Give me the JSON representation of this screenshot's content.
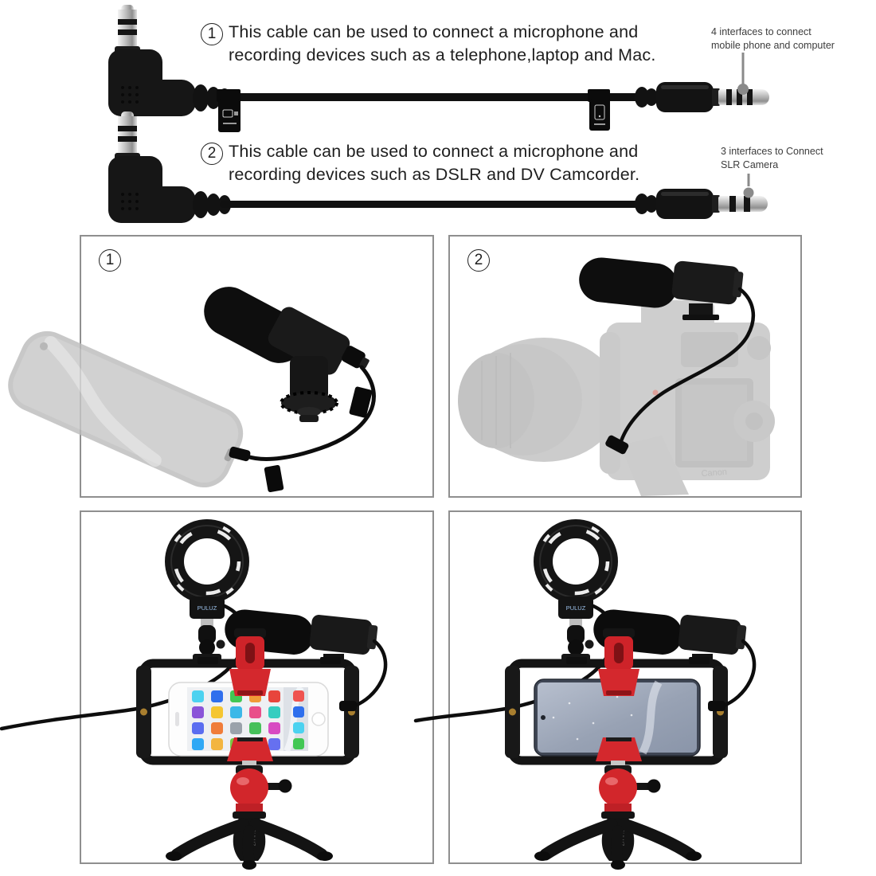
{
  "cables": [
    {
      "number": "1",
      "desc1": "This cable can be used to connect a microphone and",
      "desc2": "recording devices such as a telephone,laptop and Mac.",
      "note1": "4 interfaces to connect",
      "note2": "mobile phone and computer"
    },
    {
      "number": "2",
      "desc1": "This cable can be used to connect a microphone and",
      "desc2": "recording devices such as DSLR and DV Camcorder.",
      "note1": "3 interfaces to Connect",
      "note2": "SLR Camera"
    }
  ],
  "usage_panels": [
    {
      "number": "1"
    },
    {
      "number": "2",
      "camera_brand": "Canon"
    }
  ],
  "kit_panels": [
    {
      "ring_brand": "PULUZ",
      "tripod_brand": "PULUZ"
    },
    {
      "ring_brand": "PULUZ",
      "tripod_brand": "PULUZ"
    }
  ],
  "colors": {
    "background": "#ffffff",
    "panel_border": "#8f8f8f",
    "text": "#1e1e1e",
    "note_text": "#3c3c3c",
    "cable_black": "#111111",
    "accent_red": "#d2262b",
    "ghost_gray": "#9c9c9c",
    "silver": "#c9c9c9",
    "leader_gray": "#8a8a8a"
  }
}
